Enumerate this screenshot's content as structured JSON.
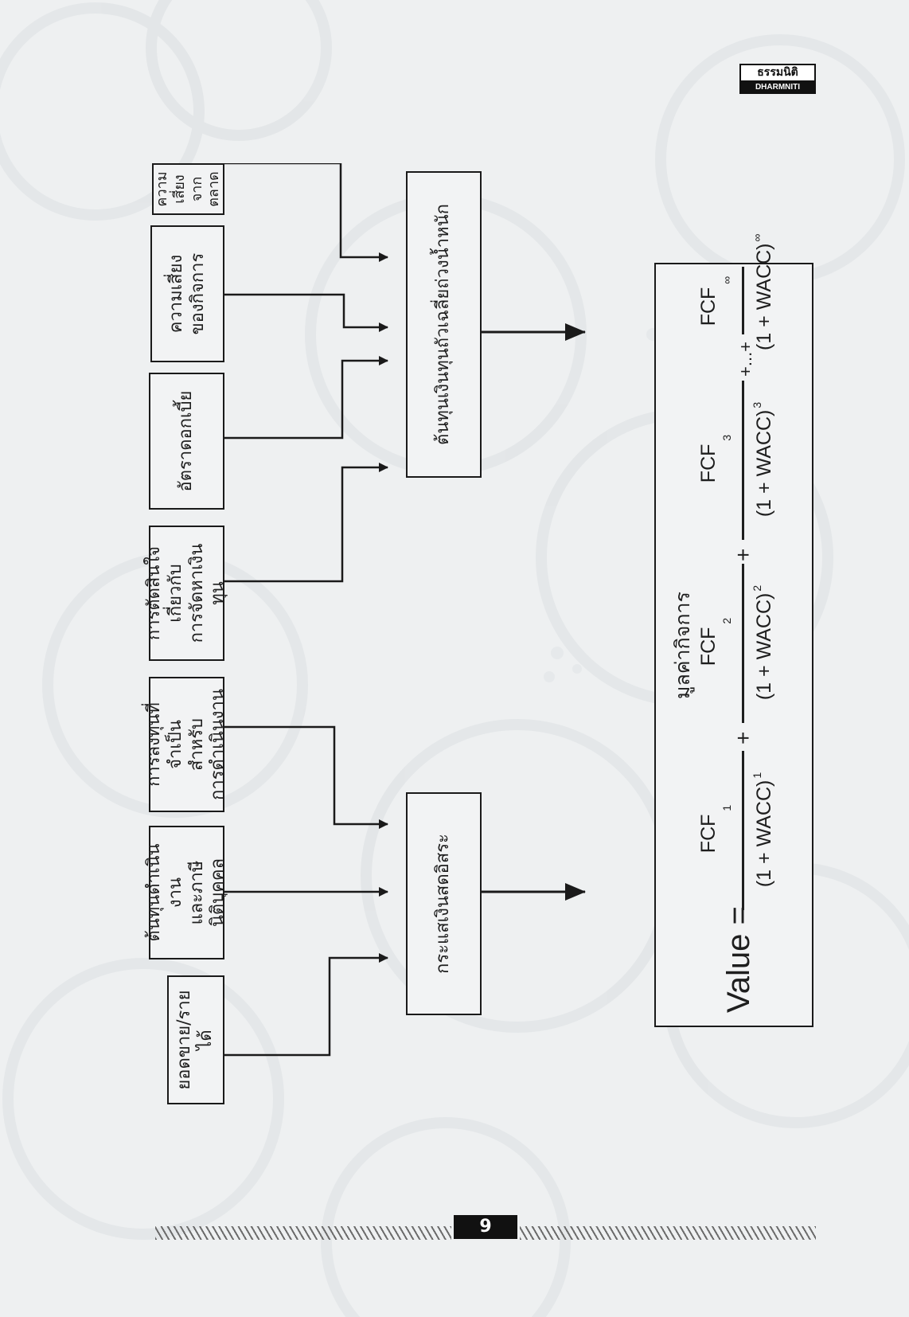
{
  "brand": {
    "thai": "ธรรมนิติ",
    "english": "DHARMNITI"
  },
  "diagram": {
    "inputs": [
      {
        "id": "sales",
        "label": "ยอดขาย/รายได้",
        "target": "fcf"
      },
      {
        "id": "opcost",
        "label": "ต้นทุนดำเนินงาน\nและภาษีนิติบุคคล",
        "target": "fcf"
      },
      {
        "id": "invest",
        "label": "การลงทุนที่จำเป็น\nสำหรับ\nการดำเนินงาน",
        "target": "fcf"
      },
      {
        "id": "financing",
        "label": "การตัดสินใจ\nเกี่ยวกับ\nการจัดหาเงินทุน",
        "target": "wacc"
      },
      {
        "id": "interest",
        "label": "อัตราดอกเบี้ย",
        "target": "wacc"
      },
      {
        "id": "bizrisk",
        "label": "ความเสี่ยง\nของกิจการ",
        "target": "wacc"
      },
      {
        "id": "mktrisk",
        "label": "ความเสี่ยงจากตลาด",
        "target": "wacc"
      }
    ],
    "middle": {
      "fcf": "กระแสเงินสดอิสระ",
      "wacc": "ต้นทุนเงินทุนถัวเฉลี่ยถ่วงน้ำหนัก"
    },
    "output": {
      "title": "มูลค่ากิจการ",
      "value_label": "Value =",
      "terms": [
        {
          "num": "FCF",
          "num_sub": "1",
          "den": "(1 + WACC)",
          "den_sup": "1"
        },
        {
          "num": "FCF",
          "num_sub": "2",
          "den": "(1 + WACC)",
          "den_sup": "2"
        },
        {
          "num": "FCF",
          "num_sub": "3",
          "den": "(1 + WACC)",
          "den_sup": "3"
        },
        {
          "num": "FCF",
          "num_sub": "∞",
          "den": "(1 + WACC)",
          "den_sup": "∞"
        }
      ],
      "operators": [
        "+",
        "+",
        "+...+"
      ]
    }
  },
  "footer": {
    "page_number": "9"
  }
}
